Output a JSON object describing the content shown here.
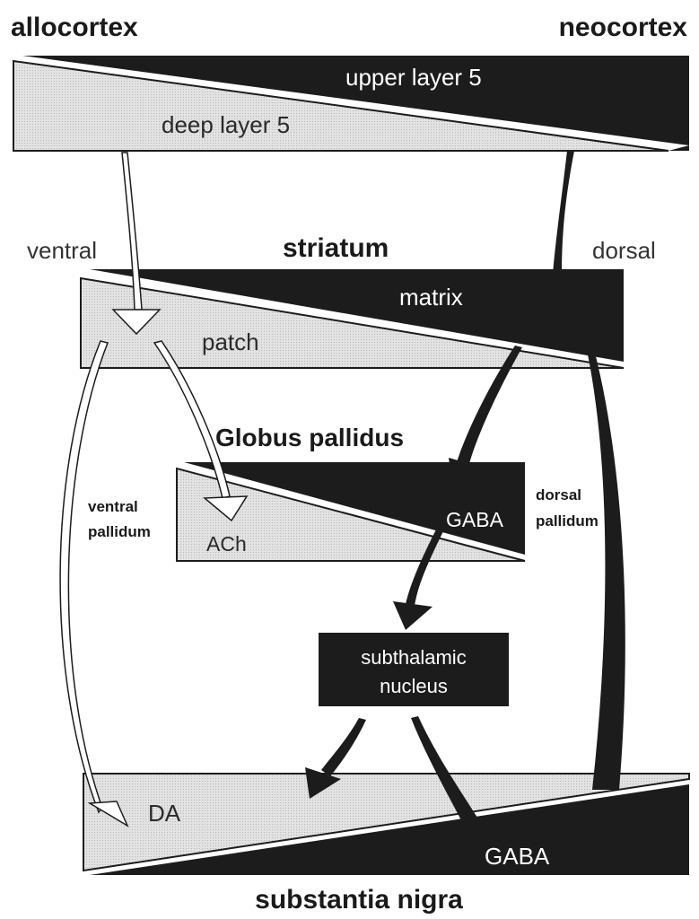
{
  "colors": {
    "dark": "#1c1c1c",
    "light": "#dcdcdc",
    "white": "#ffffff"
  },
  "cortex": {
    "left_title": "allocortex",
    "right_title": "neocortex",
    "upper_label": "upper layer 5",
    "lower_label": "deep layer 5"
  },
  "striatum": {
    "title": "striatum",
    "left_label": "ventral",
    "right_label": "dorsal",
    "upper_label": "matrix",
    "lower_label": "patch"
  },
  "pallidus": {
    "title": "Globus pallidus",
    "left_label_1": "ventral",
    "left_label_2": "pallidum",
    "right_label_1": "dorsal",
    "right_label_2": "pallidum",
    "upper_label": "GABA",
    "lower_label": "ACh"
  },
  "stn": {
    "line1": "subthalamic",
    "line2": "nucleus"
  },
  "nigra": {
    "title": "substantia nigra",
    "upper_label": "DA",
    "lower_label": "GABA"
  }
}
